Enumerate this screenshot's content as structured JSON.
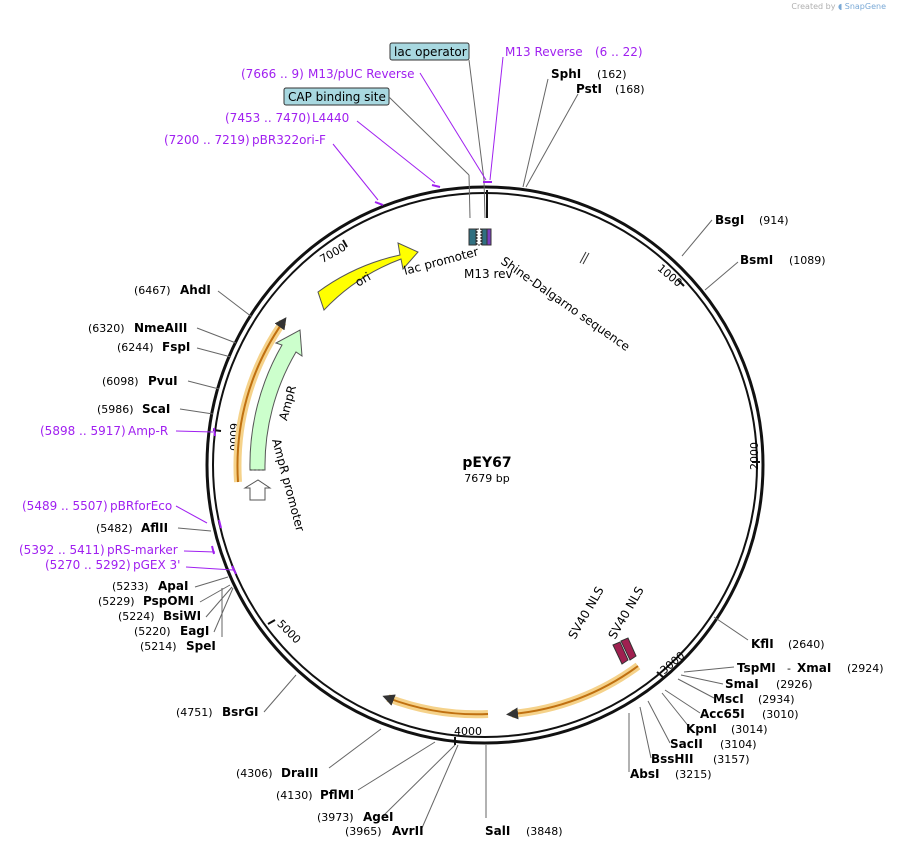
{
  "credit": {
    "prefix": "Created by",
    "brand": "SnapGene"
  },
  "plasmid": {
    "name": "pEY67",
    "size": "7679 bp"
  },
  "ticks": [
    "1000",
    "2000",
    "3000",
    "4000",
    "5000",
    "6000",
    "7000"
  ],
  "features": {
    "ori": "ori",
    "ampr": "AmpR",
    "ampr_promoter": "AmpR promoter",
    "lac_promoter": "lac promoter",
    "m13_rev": "M13 rev",
    "shine_dalgarno": "Shine-Dalgarno sequence",
    "sv40_nls_1": "SV40 NLS",
    "sv40_nls_2": "SV40 NLS"
  },
  "boxed": {
    "lac_operator": "lac operator",
    "cap_binding": "CAP binding site"
  },
  "primers": {
    "m13_reverse_name": "M13 Reverse",
    "m13_reverse_pos": "(6 .. 22)",
    "m13_puc_pos": "(7666 .. 9)",
    "m13_puc_name": "M13/pUC Reverse",
    "l4440_pos": "(7453 .. 7470)",
    "l4440_name": "L4440",
    "pbr322_pos": "(7200 .. 7219)",
    "pbr322_name": "pBR322ori-F",
    "ampr_pos": "(5898 .. 5917)",
    "ampr_name": "Amp-R",
    "pbrforeco_pos": "(5489 .. 5507)",
    "pbrforeco_name": "pBRforEco",
    "prs_pos": "(5392 .. 5411)",
    "prs_name": "pRS-marker",
    "pgex_pos": "(5270 .. 5292)",
    "pgex_name": "pGEX 3'"
  },
  "enzymes": {
    "sphi": {
      "name": "SphI",
      "pos": "(162)"
    },
    "psti": {
      "name": "PstI",
      "pos": "(168)"
    },
    "bsgi": {
      "name": "BsgI",
      "pos": "(914)"
    },
    "bsmi": {
      "name": "BsmI",
      "pos": "(1089)"
    },
    "kfli": {
      "name": "KflI",
      "pos": "(2640)"
    },
    "tspmi": {
      "name": "TspMI",
      "sep": "-",
      "name2": "XmaI",
      "pos": "(2924)"
    },
    "smai": {
      "name": "SmaI",
      "pos": "(2926)"
    },
    "msci": {
      "name": "MscI",
      "pos": "(2934)"
    },
    "acc65i": {
      "name": "Acc65I",
      "pos": "(3010)"
    },
    "kpni": {
      "name": "KpnI",
      "pos": "(3014)"
    },
    "sacii": {
      "name": "SacII",
      "pos": "(3104)"
    },
    "bsshii": {
      "name": "BssHII",
      "pos": "(3157)"
    },
    "absi": {
      "name": "AbsI",
      "pos": "(3215)"
    },
    "sali": {
      "name": "SalI",
      "pos": "(3848)"
    },
    "avrii": {
      "name": "AvrII",
      "pos": "(3965)"
    },
    "agei": {
      "name": "AgeI",
      "pos": "(3973)"
    },
    "pflmi": {
      "name": "PflMI",
      "pos": "(4130)"
    },
    "draiii": {
      "name": "DraIII",
      "pos": "(4306)"
    },
    "bsrgi": {
      "name": "BsrGI",
      "pos": "(4751)"
    },
    "spei": {
      "name": "SpeI",
      "pos": "(5214)"
    },
    "eagi": {
      "name": "EagI",
      "pos": "(5220)"
    },
    "bsiwi": {
      "name": "BsiWI",
      "pos": "(5224)"
    },
    "pspomi": {
      "name": "PspOMI",
      "pos": "(5229)"
    },
    "apai": {
      "name": "ApaI",
      "pos": "(5233)"
    },
    "aflii": {
      "name": "AflII",
      "pos": "(5482)"
    },
    "scai": {
      "name": "ScaI",
      "pos": "(5986)"
    },
    "pvui": {
      "name": "PvuI",
      "pos": "(6098)"
    },
    "fspi": {
      "name": "FspI",
      "pos": "(6244)"
    },
    "nmeaiii": {
      "name": "NmeAIII",
      "pos": "(6320)"
    },
    "ahdi": {
      "name": "AhdI",
      "pos": "(6467)"
    }
  },
  "colors": {
    "backbone": "#111111",
    "ori": "#ffff00",
    "ampr": "#ccffcc",
    "primer": "#a020f0",
    "orange_arc": "#f0a030",
    "box_fill": "#a8d8e0",
    "nls": "#a02050"
  }
}
